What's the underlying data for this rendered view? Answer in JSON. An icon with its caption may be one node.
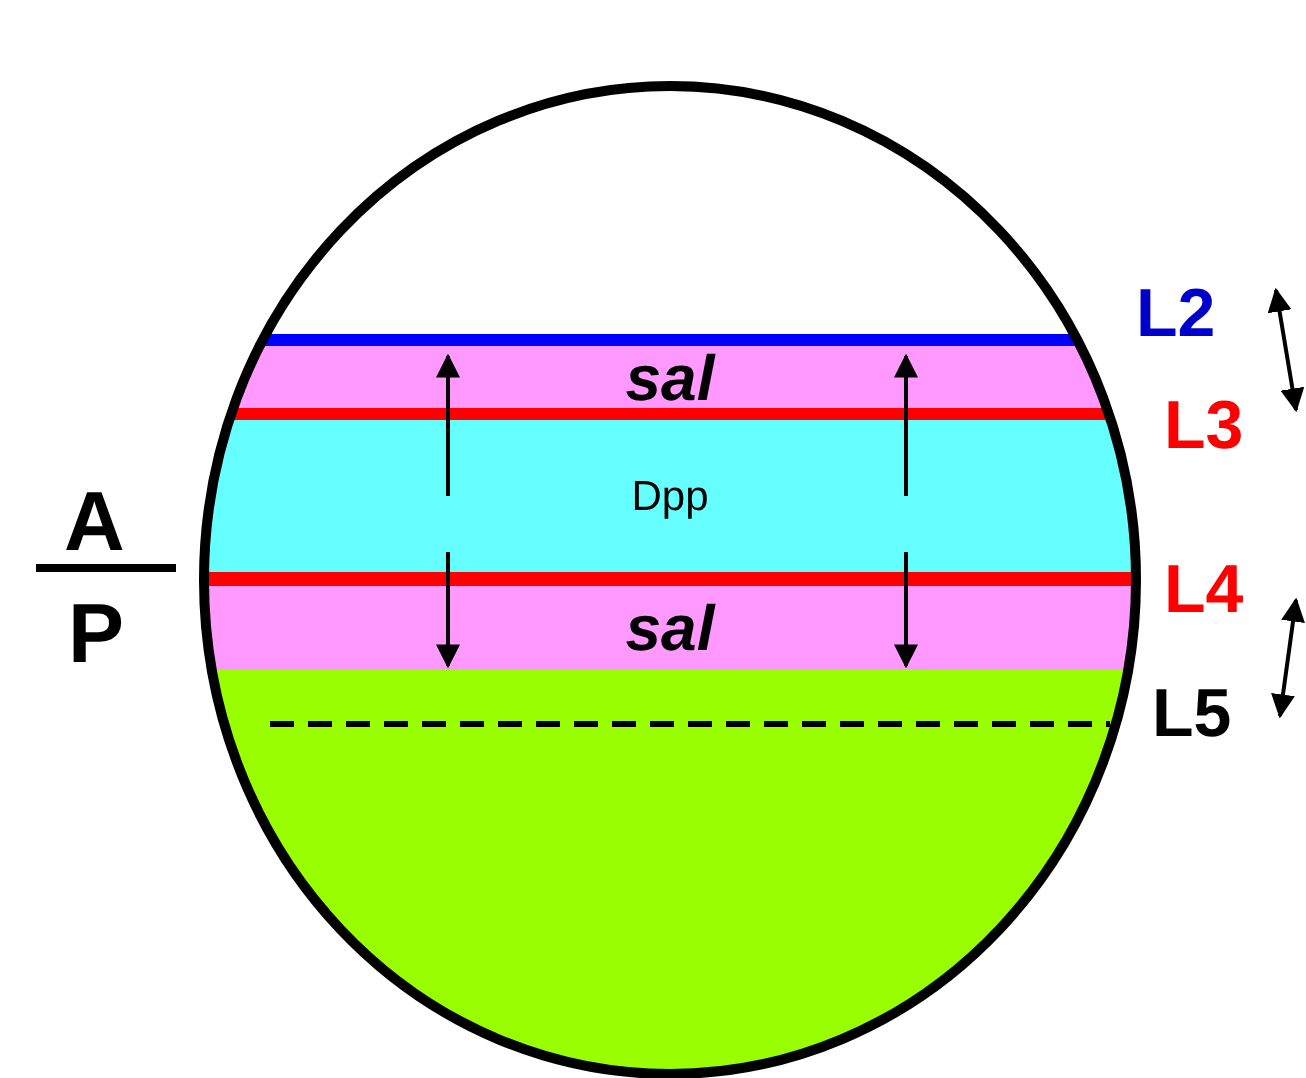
{
  "diagram": {
    "nodes": [
      {
        "text": [
          "sal"
        ]
      },
      {
        "text": [
          "Dpp"
        ]
      },
      {
        "text": [
          "sal"
        ]
      }
    ],
    "edges": [
      {
        "from": 1,
        "to": 0,
        "arrow": "to"
      },
      {
        "from": 1,
        "to": 0,
        "arrow": "to"
      },
      {
        "from": 1,
        "to": 2,
        "arrow": "to"
      },
      {
        "from": 1,
        "to": 2,
        "arrow": "to"
      }
    ],
    "labels": [
      "L2",
      "L3",
      "A",
      "P",
      "L4",
      "L5"
    ]
  }
}
